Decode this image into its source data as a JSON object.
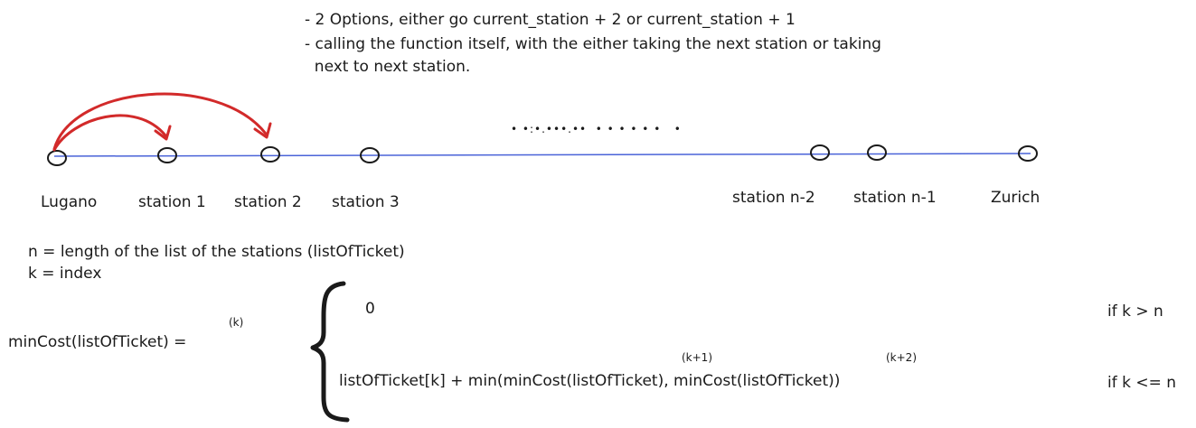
{
  "notes": [
    "- 2 Options, either go current_station + 2 or current_station + 1",
    "- calling the function itself, with the either taking the next station or taking",
    "  next to next station."
  ],
  "stations": [
    "Lugano",
    "station 1",
    "station 2",
    "station 3",
    "station n-2",
    "station n-1",
    "Zurich"
  ],
  "ellipsis": "• •:•.•••.••  • • • • • •   •",
  "definitions": [
    "n = length of the list of the stations (listOfTicket)",
    "k = index"
  ],
  "formula": {
    "lhs": "minCost(listOfTicket) =",
    "lhs_sup": "(k)",
    "case1_value": "0",
    "case1_condition": "if k > n",
    "case2_value": "listOfTicket[k] + min(minCost(listOfTicket), minCost(listOfTicket))",
    "case2_sup1": "(k+1)",
    "case2_sup2": "(k+2)",
    "case2_condition": "if k <= n"
  },
  "colors": {
    "line": "#4a63d8",
    "arrow": "#d22a2a",
    "ink": "#1a1a1a"
  }
}
